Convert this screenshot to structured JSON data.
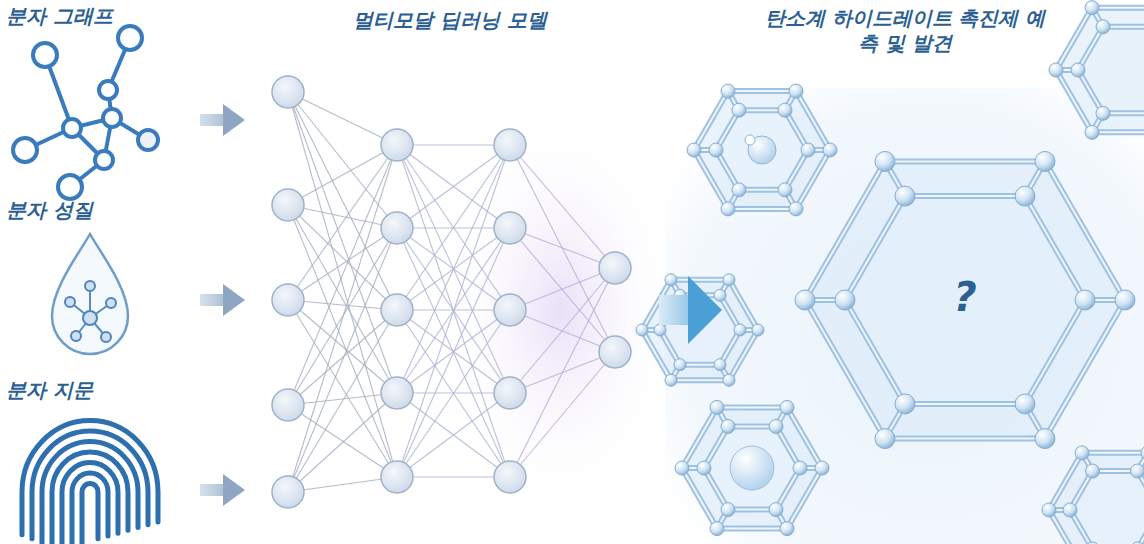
{
  "diagram": {
    "nodes": [
      {
        "text": [
          "분자 그래프"
        ]
      },
      {
        "text": [
          "분자 성질"
        ]
      },
      {
        "text": [
          "분자 지문"
        ]
      },
      {
        "text": [
          "멀티모달 딥러닝 모델"
        ]
      },
      {
        "text": [
          "탄소계 하이드레이트 촉진제 예측 및 발견",
          "?"
        ]
      }
    ],
    "edges": [
      {
        "from": 0,
        "to": 3,
        "arrow": "to"
      },
      {
        "from": 1,
        "to": 3,
        "arrow": "to"
      },
      {
        "from": 2,
        "to": 3,
        "arrow": "to"
      },
      {
        "from": 3,
        "to": 4,
        "arrow": "to"
      }
    ]
  }
}
